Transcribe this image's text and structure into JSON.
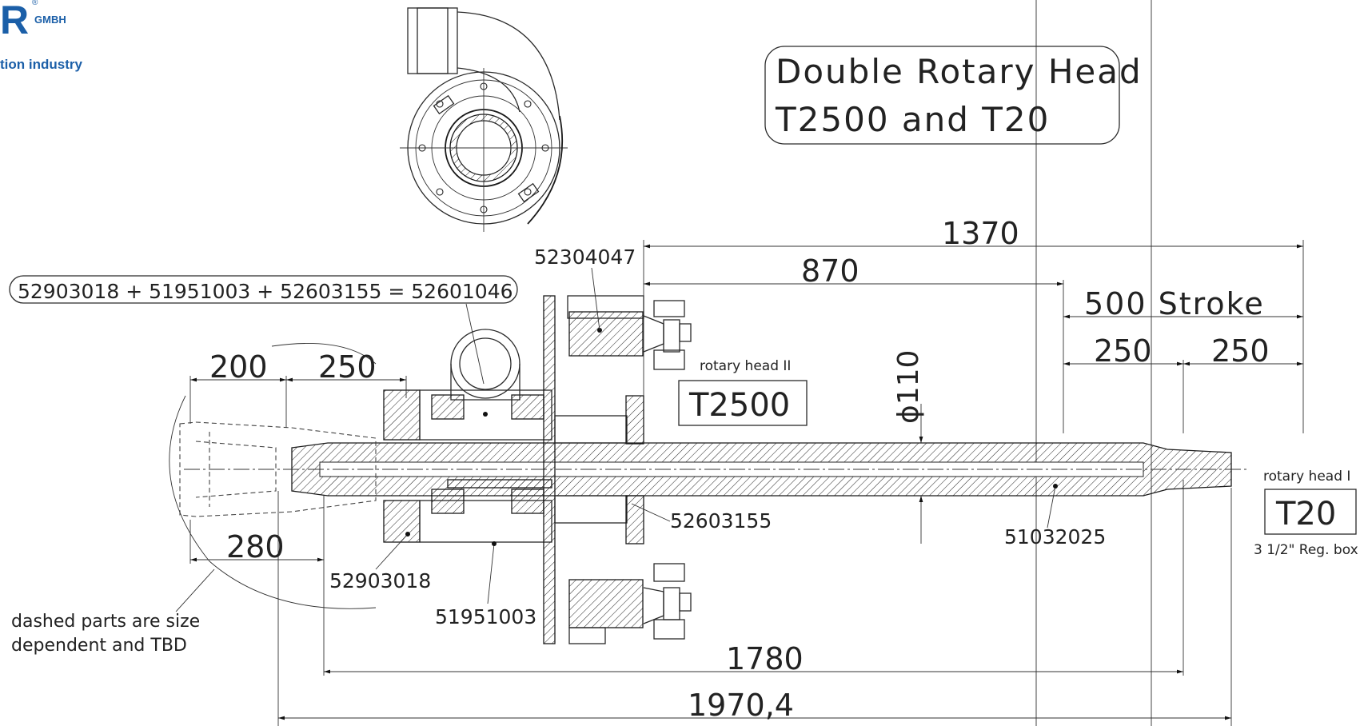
{
  "logo": {
    "letter": "R",
    "suffix": "GMBH",
    "registered": "®",
    "tagline": "tion industry"
  },
  "title": {
    "line1": "Double Rotary Head",
    "line2": "T2500 and T20"
  },
  "formula": "52903018 + 51951003 + 52603155 = 52601046",
  "dimensions": {
    "d1370": "1370",
    "d870": "870",
    "stroke": "500 Stroke",
    "d250a": "250",
    "d250b": "250",
    "d200": "200",
    "d250c": "250",
    "d280": "280",
    "d1780": "1780",
    "d1970": "1970,4",
    "dia110": "ϕ110"
  },
  "parts": {
    "p52304047": "52304047",
    "p52603155": "52603155",
    "p51032025": "51032025",
    "p52903018": "52903018",
    "p51951003": "51951003"
  },
  "rotary_head_2": {
    "label": "rotary head II",
    "model": "T2500"
  },
  "rotary_head_1": {
    "label": "rotary head I",
    "model": "T20",
    "connection": "3 1/2\" Reg. box"
  },
  "note": {
    "line1": "dashed parts are size",
    "line2": "dependent and TBD"
  }
}
